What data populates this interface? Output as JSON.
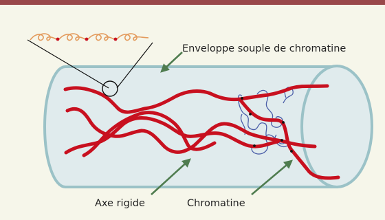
{
  "labels": {
    "envelope": "Enveloppe souple de chromatine",
    "axis": "Axe rigide",
    "chromatin": "Chromatine"
  },
  "colors": {
    "top_bar": "#99484a",
    "background": "#f6f6ea",
    "tube_fill": "#e0ebed",
    "tube_stroke": "#9bc2c7",
    "axis_red": "#c8101f",
    "chromatin_loop_blue": "#4b5ea8",
    "arrow_green": "#4f7c4f",
    "inset_orange": "#e39a5c"
  }
}
